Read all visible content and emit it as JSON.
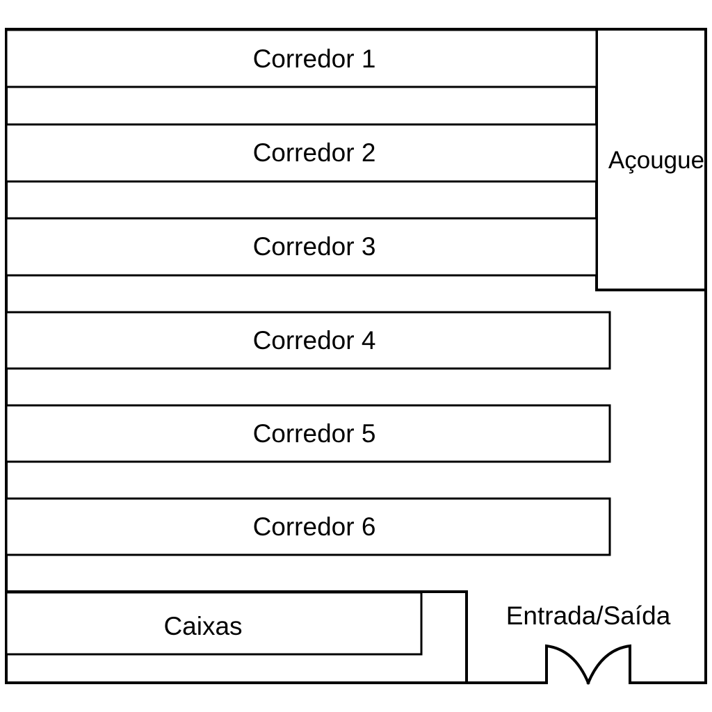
{
  "map": {
    "aisles": [
      {
        "label": "Corredor 1"
      },
      {
        "label": "Corredor 2"
      },
      {
        "label": "Corredor 3"
      },
      {
        "label": "Corredor 4"
      },
      {
        "label": "Corredor 5"
      },
      {
        "label": "Corredor 6"
      }
    ],
    "butcher": {
      "label": "Açougue"
    },
    "checkout": {
      "label": "Caixas"
    },
    "entrance": {
      "label": "Entrada/Saída"
    }
  }
}
